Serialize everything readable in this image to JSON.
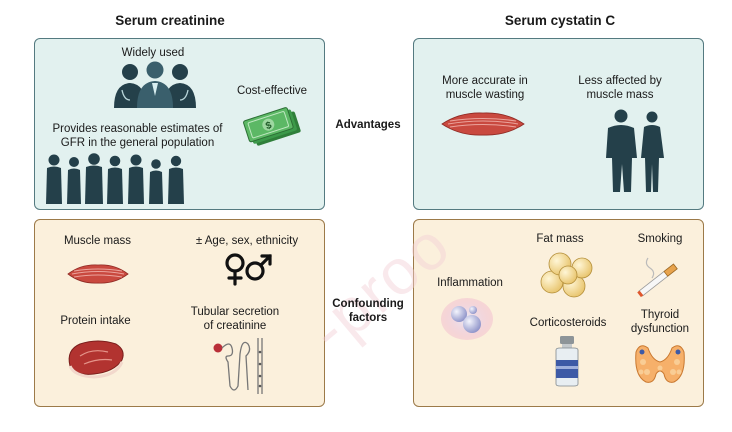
{
  "headers": {
    "left": "Serum creatinine",
    "right": "Serum cystatin C"
  },
  "rows": {
    "advantages": "Advantages",
    "confounding": "Confounding\nfactors"
  },
  "creatinine_advantages": {
    "widely_used": "Widely used",
    "cost_effective": "Cost-effective",
    "reasonable_estimates": "Provides reasonable estimates of\nGFR in the general population"
  },
  "cystatin_advantages": {
    "muscle_wasting": "More accurate in\nmuscle wasting",
    "muscle_mass": "Less affected by\nmuscle mass"
  },
  "creatinine_confounders": {
    "muscle_mass": "Muscle mass",
    "age_sex": "± Age, sex, ethnicity",
    "protein": "Protein intake",
    "tubular": "Tubular secretion\nof creatinine"
  },
  "cystatin_confounders": {
    "fat_mass": "Fat mass",
    "smoking": "Smoking",
    "inflammation": "Inflammation",
    "corticosteroids": "Corticosteroids",
    "thyroid": "Thyroid\ndysfunction"
  },
  "watermark": "-proo",
  "colors": {
    "advantages_fill": "#e2f1ef",
    "advantages_border": "#547a80",
    "confounding_fill": "#fbf0dc",
    "confounding_border": "#9c7a49",
    "people": "#24404a",
    "money": "#3c9a4a",
    "muscle": "#c9493f"
  },
  "icons": [
    "doctors-icon",
    "money-icon",
    "crowd-icon",
    "muscle-icon",
    "body-silhouettes-icon",
    "gender-symbols-icon",
    "steak-icon",
    "nephron-icon",
    "fat-cells-icon",
    "cigarette-icon",
    "inflammation-icon",
    "vial-icon",
    "thyroid-icon"
  ]
}
